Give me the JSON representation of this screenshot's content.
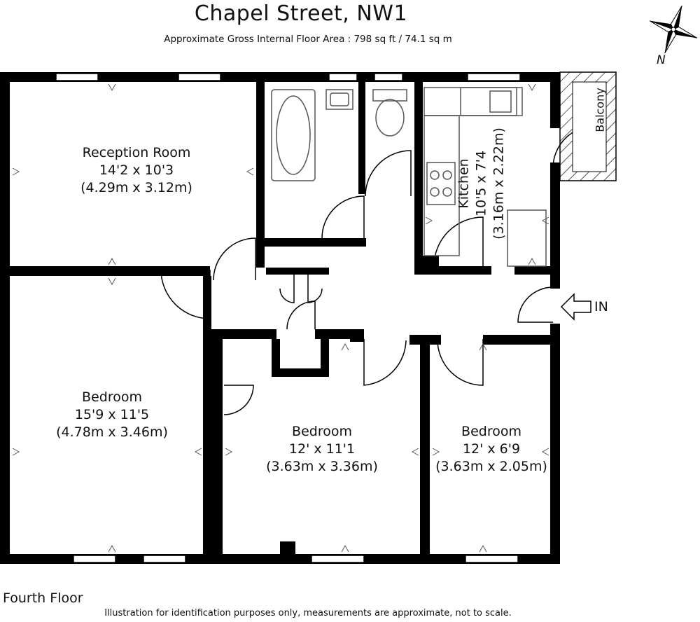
{
  "header": {
    "title": "Chapel Street, NW1",
    "subtitle": "Approximate Gross Internal Floor Area : 798 sq ft / 74.1 sq m"
  },
  "compass": {
    "label": "N"
  },
  "rooms": {
    "reception": {
      "name": "Reception Room",
      "imperial": "14'2 x 10'3",
      "metric": "(4.29m x 3.12m)"
    },
    "kitchen": {
      "name": "Kitchen",
      "imperial": "10'5 x 7'4",
      "metric": "(3.16m x 2.22m)"
    },
    "balcony": {
      "name": "Balcony"
    },
    "bedroom1": {
      "name": "Bedroom",
      "imperial": "15'9 x 11'5",
      "metric": "(4.78m x 3.46m)"
    },
    "bedroom2": {
      "name": "Bedroom",
      "imperial": "12' x 11'1",
      "metric": "(3.63m x 3.36m)"
    },
    "bedroom3": {
      "name": "Bedroom",
      "imperial": "12' x 6'9",
      "metric": "(3.63m x 2.05m)"
    }
  },
  "entrance": {
    "label": "IN"
  },
  "footer": {
    "floor": "Fourth Floor",
    "disclaimer": "Illustration for identification purposes only, measurements are approximate, not to scale."
  },
  "colors": {
    "wall": "#000000",
    "fixture_line": "#555555",
    "background": "#ffffff"
  }
}
